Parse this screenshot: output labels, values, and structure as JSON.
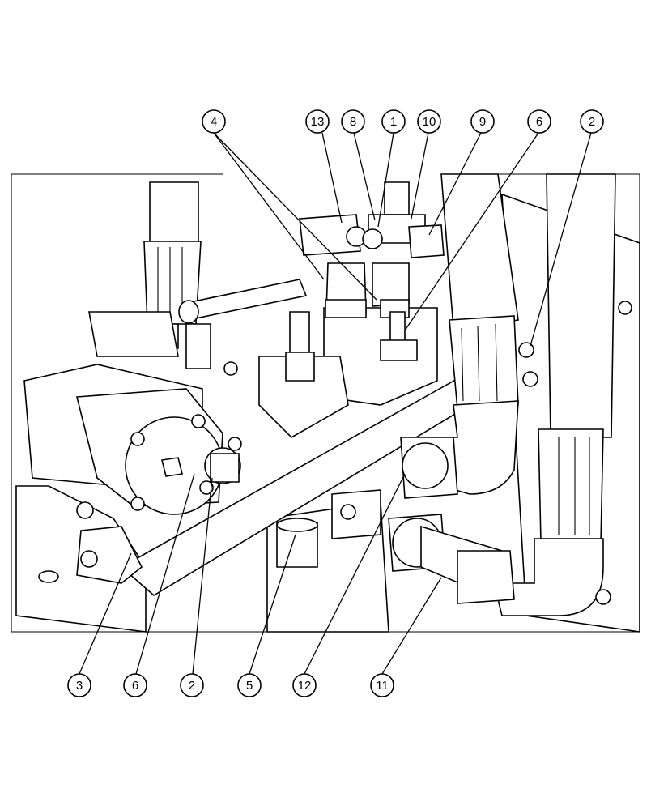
{
  "callouts_top": [
    {
      "id": "c-top-4",
      "label": "4"
    },
    {
      "id": "c-top-13",
      "label": "13"
    },
    {
      "id": "c-top-8",
      "label": "8"
    },
    {
      "id": "c-top-1",
      "label": "1"
    },
    {
      "id": "c-top-10",
      "label": "10"
    },
    {
      "id": "c-top-9",
      "label": "9"
    },
    {
      "id": "c-top-6",
      "label": "6"
    },
    {
      "id": "c-top-2",
      "label": "2"
    }
  ],
  "callouts_bottom": [
    {
      "id": "c-bot-3",
      "label": "3"
    },
    {
      "id": "c-bot-6",
      "label": "6"
    },
    {
      "id": "c-bot-2",
      "label": "2"
    },
    {
      "id": "c-bot-5",
      "label": "5"
    },
    {
      "id": "c-bot-12",
      "label": "12"
    },
    {
      "id": "c-bot-11",
      "label": "11"
    }
  ]
}
